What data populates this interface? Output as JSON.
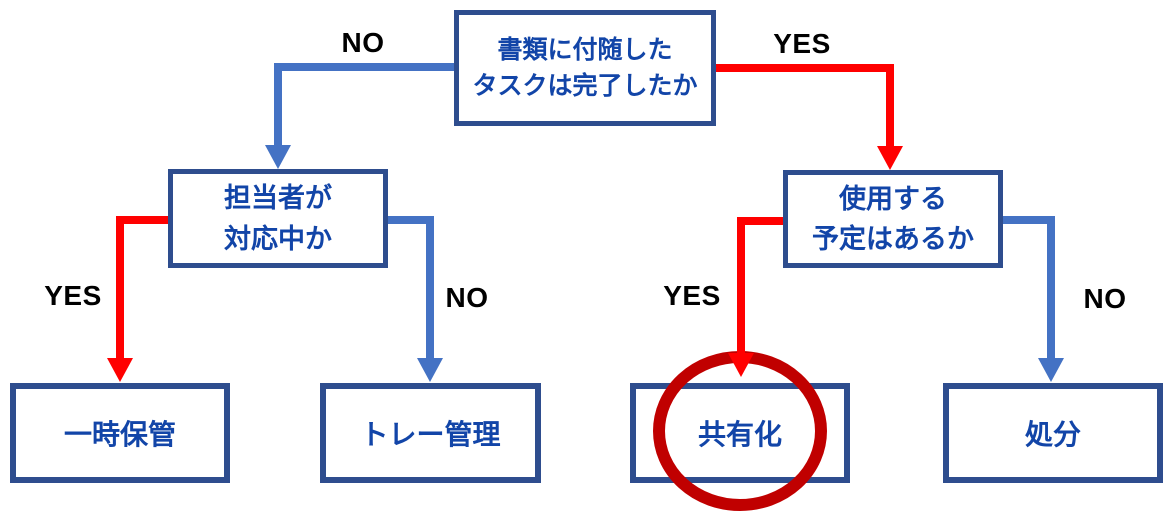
{
  "colors": {
    "canvas_bg": "#FFFFFF",
    "box_border": "#2E4D8E",
    "box_text": "#1245A8",
    "label_text": "#000000",
    "yes_arrow": "#FF0000",
    "no_arrow": "#4472C4",
    "highlight_circle": "#C00000"
  },
  "flowchart": {
    "root_question": {
      "text": "書類に付随した\nタスクは完了したか",
      "no_label": "NO",
      "yes_label": "YES"
    },
    "left_question": {
      "text": "担当者が\n対応中か",
      "yes_label": "YES",
      "no_label": "NO"
    },
    "right_question": {
      "text": "使用する\n予定はあるか",
      "yes_label": "YES",
      "no_label": "NO"
    },
    "outcomes": {
      "temporary_storage": "一時保管",
      "tray_management": "トレー管理",
      "sharing": "共有化",
      "disposal": "処分"
    }
  }
}
